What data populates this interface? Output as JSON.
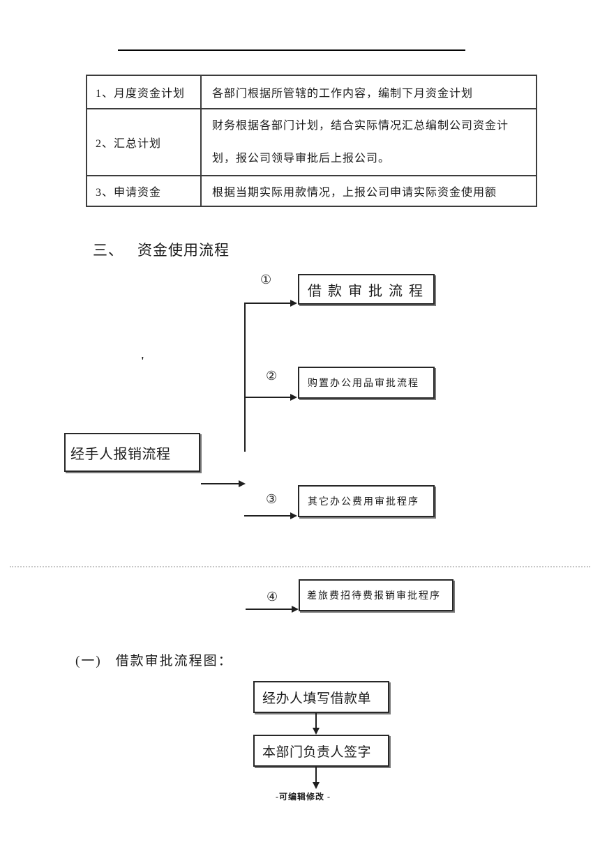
{
  "document": {
    "table": {
      "rows": [
        {
          "label": "1、月度资金计划",
          "content_line1": "各部门根据所管辖的工作内容，编制下月资金计划",
          "content_line2": ""
        },
        {
          "label": "2、汇总计划",
          "content_line1": "财务根据各部门计划，结合实际情况汇总编制公司资金计",
          "content_line2": "划，报公司领导审批后上报公司。"
        },
        {
          "label": "3、申请资金",
          "content_line1": "根据当期实际用款情况，上报公司申请实际资金使用额",
          "content_line2": ""
        }
      ]
    },
    "section_heading": {
      "number": "三、",
      "title": "资金使用流程"
    },
    "usage_flowchart": {
      "source_box_label": "经手人报销流程",
      "stray_mark": "'",
      "branches": [
        {
          "num": "①",
          "label": "借款审批流程"
        },
        {
          "num": "②",
          "label": "购置办公用品审批流程"
        },
        {
          "num": "③",
          "label": "其它办公费用审批程序"
        },
        {
          "num": "④",
          "label": "差旅费招待费报销审批程序"
        }
      ]
    },
    "subsection_heading": {
      "number": "(一)",
      "title": "借款审批流程图："
    },
    "borrow_flowchart": {
      "steps": [
        {
          "label": "经办人填写借款单"
        },
        {
          "label": "本部门负责人签字"
        }
      ]
    },
    "footer": {
      "text": "-可编辑修改 -"
    }
  }
}
